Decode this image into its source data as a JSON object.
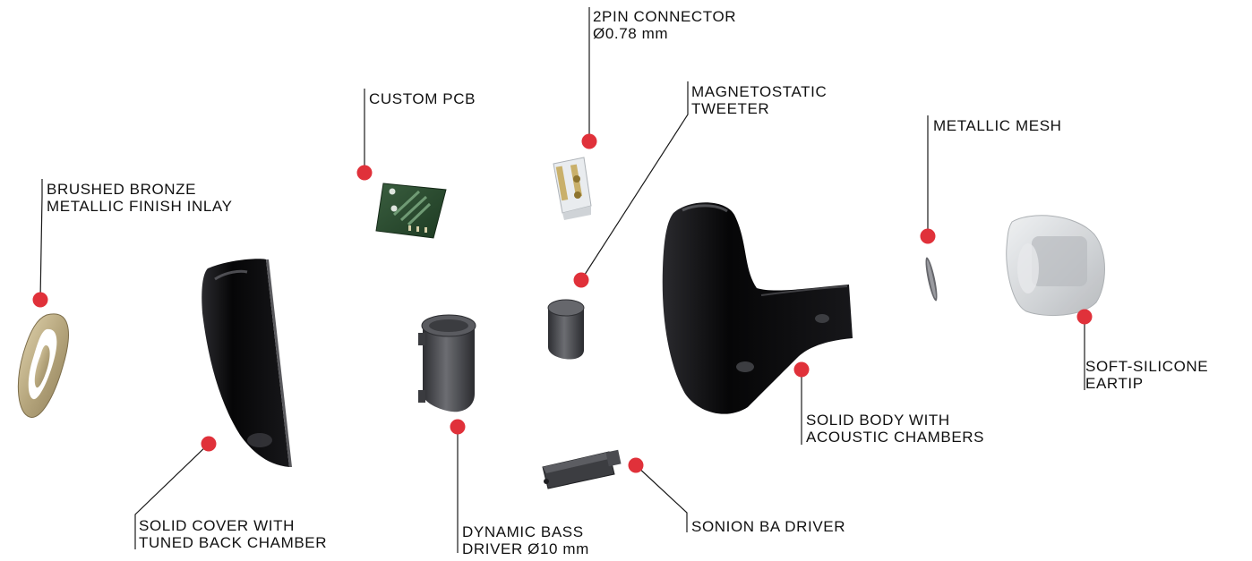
{
  "diagram": {
    "colors": {
      "background": "#ffffff",
      "label_text": "#111111",
      "leader_line": "#1a1a1a",
      "marker_dot": "#e0313a",
      "shell_black": "#0b0b0d",
      "bronze": "#bfb08a",
      "pcb_green": "#26472c",
      "driver_gray": "#4a4b50",
      "eartip_gray": "#d2d4d7"
    },
    "callouts": [
      {
        "id": "inlay",
        "lines": [
          "BRUSHED BRONZE",
          "METALLIC FINISH INLAY"
        ]
      },
      {
        "id": "pcb",
        "lines": [
          "CUSTOM PCB"
        ]
      },
      {
        "id": "connector",
        "lines": [
          "2PIN CONNECTOR",
          "Ø0.78 mm"
        ]
      },
      {
        "id": "tweeter",
        "lines": [
          "MAGNETOSTATIC",
          "TWEETER"
        ]
      },
      {
        "id": "mesh",
        "lines": [
          "METALLIC MESH"
        ]
      },
      {
        "id": "eartip",
        "lines": [
          "SOFT-SILICONE",
          "EARTIP"
        ]
      },
      {
        "id": "body",
        "lines": [
          "SOLID BODY WITH",
          "ACOUSTIC CHAMBERS"
        ]
      },
      {
        "id": "ba",
        "lines": [
          "SONION BA DRIVER"
        ]
      },
      {
        "id": "bass",
        "lines": [
          "DYNAMIC BASS",
          "DRIVER Ø10 mm"
        ]
      },
      {
        "id": "cover",
        "lines": [
          "SOLID COVER WITH",
          "TUNED BACK CHAMBER"
        ]
      }
    ]
  }
}
